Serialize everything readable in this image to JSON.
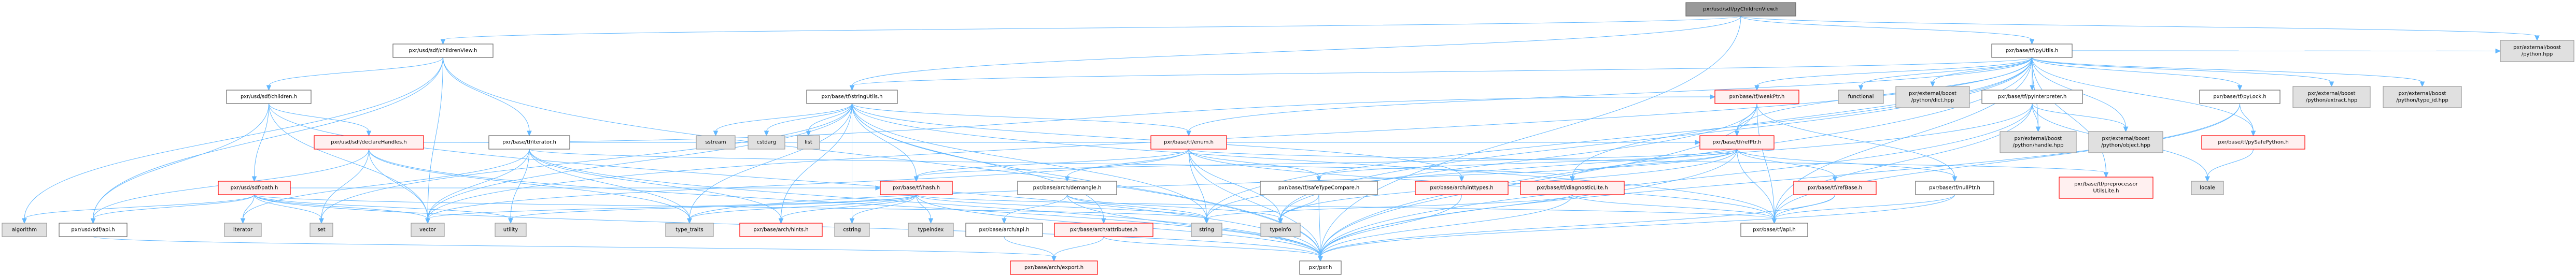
{
  "graph": {
    "title": "pxr/usd/sdf/pyChildrenView.h",
    "colors": {
      "edge": "#63b8ff",
      "root_fill": "#999999",
      "file_fill": "#ffffff",
      "red_fill": "#fff0f0",
      "red_border": "#ff0000",
      "sys_fill": "#e0e0e0"
    },
    "nodes": [
      {
        "id": "root",
        "label": "pxr/usd/sdf/pyChildrenView.h",
        "kind": "root"
      },
      {
        "id": "childrenView",
        "label": "pxr/usd/sdf/childrenView.h",
        "kind": "file"
      },
      {
        "id": "pyUtils",
        "label": "pxr/base/tf/pyUtils.h",
        "kind": "file"
      },
      {
        "id": "boostPython",
        "label": [
          "pxr/external/boost",
          "/python.hpp"
        ],
        "kind": "sys"
      },
      {
        "id": "children",
        "label": "pxr/usd/sdf/children.h",
        "kind": "file"
      },
      {
        "id": "stringUtils",
        "label": "pxr/base/tf/stringUtils.h",
        "kind": "file"
      },
      {
        "id": "weakPtr",
        "label": "pxr/base/tf/weakPtr.h",
        "kind": "red"
      },
      {
        "id": "functional",
        "label": "functional",
        "kind": "sys"
      },
      {
        "id": "dictHpp",
        "label": [
          "pxr/external/boost",
          "/python/dict.hpp"
        ],
        "kind": "sys"
      },
      {
        "id": "pyInterpreter",
        "label": "pxr/base/tf/pyInterpreter.h",
        "kind": "file"
      },
      {
        "id": "pyLock",
        "label": "pxr/base/tf/pyLock.h",
        "kind": "file"
      },
      {
        "id": "extractHpp",
        "label": [
          "pxr/external/boost",
          "/python/extract.hpp"
        ],
        "kind": "sys"
      },
      {
        "id": "typeIdHpp",
        "label": [
          "pxr/external/boost",
          "/python/type_id.hpp"
        ],
        "kind": "sys"
      },
      {
        "id": "declareHandles",
        "label": "pxr/usd/sdf/declareHandles.h",
        "kind": "red"
      },
      {
        "id": "tfIterator",
        "label": "pxr/base/tf/iterator.h",
        "kind": "file"
      },
      {
        "id": "sstream",
        "label": "sstream",
        "kind": "sys"
      },
      {
        "id": "cstdarg",
        "label": "cstdarg",
        "kind": "sys"
      },
      {
        "id": "list",
        "label": "list",
        "kind": "sys"
      },
      {
        "id": "enum",
        "label": "pxr/base/tf/enum.h",
        "kind": "red"
      },
      {
        "id": "refPtr",
        "label": "pxr/base/tf/refPtr.h",
        "kind": "red"
      },
      {
        "id": "handleHpp",
        "label": [
          "pxr/external/boost",
          "/python/handle.hpp"
        ],
        "kind": "sys"
      },
      {
        "id": "objectHpp",
        "label": [
          "pxr/external/boost",
          "/python/object.hpp"
        ],
        "kind": "sys"
      },
      {
        "id": "pySafePython",
        "label": "pxr/base/tf/pySafePython.h",
        "kind": "red"
      },
      {
        "id": "path",
        "label": "pxr/usd/sdf/path.h",
        "kind": "red"
      },
      {
        "id": "hash",
        "label": "pxr/base/tf/hash.h",
        "kind": "red"
      },
      {
        "id": "demangle",
        "label": "pxr/base/arch/demangle.h",
        "kind": "file"
      },
      {
        "id": "safeTypeCompare",
        "label": "pxr/base/tf/safeTypeCompare.h",
        "kind": "file"
      },
      {
        "id": "inttypes",
        "label": "pxr/base/arch/inttypes.h",
        "kind": "red"
      },
      {
        "id": "diagnosticLite",
        "label": "pxr/base/tf/diagnosticLite.h",
        "kind": "red"
      },
      {
        "id": "refBase",
        "label": "pxr/base/tf/refBase.h",
        "kind": "red"
      },
      {
        "id": "nullPtr",
        "label": "pxr/base/tf/nullPtr.h",
        "kind": "file"
      },
      {
        "id": "preprocessorUtilsLite",
        "label": [
          "pxr/base/tf/preprocessor",
          "UtilsLite.h"
        ],
        "kind": "red"
      },
      {
        "id": "locale",
        "label": "locale",
        "kind": "sys"
      },
      {
        "id": "algorithm",
        "label": "algorithm",
        "kind": "sys"
      },
      {
        "id": "sdfApi",
        "label": "pxr/usd/sdf/api.h",
        "kind": "file"
      },
      {
        "id": "iterator",
        "label": "iterator",
        "kind": "sys"
      },
      {
        "id": "set",
        "label": "set",
        "kind": "sys"
      },
      {
        "id": "vector",
        "label": "vector",
        "kind": "sys"
      },
      {
        "id": "utility",
        "label": "utility",
        "kind": "sys"
      },
      {
        "id": "typeTraits",
        "label": "type_traits",
        "kind": "sys"
      },
      {
        "id": "archHints",
        "label": "pxr/base/arch/hints.h",
        "kind": "red"
      },
      {
        "id": "cstring",
        "label": "cstring",
        "kind": "sys"
      },
      {
        "id": "typeindex",
        "label": "typeindex",
        "kind": "sys"
      },
      {
        "id": "archApi",
        "label": "pxr/base/arch/api.h",
        "kind": "file"
      },
      {
        "id": "attributes",
        "label": "pxr/base/arch/attributes.h",
        "kind": "red"
      },
      {
        "id": "string",
        "label": "string",
        "kind": "sys"
      },
      {
        "id": "typeinfo",
        "label": "typeinfo",
        "kind": "sys"
      },
      {
        "id": "tfApi",
        "label": "pxr/base/tf/api.h",
        "kind": "file"
      },
      {
        "id": "pxr",
        "label": "pxr/pxr.h",
        "kind": "file"
      },
      {
        "id": "export",
        "label": "pxr/base/arch/export.h",
        "kind": "red"
      }
    ],
    "edges": [
      [
        "root",
        "childrenView"
      ],
      [
        "root",
        "pyUtils"
      ],
      [
        "root",
        "boostPython"
      ],
      [
        "root",
        "pxr"
      ],
      [
        "root",
        "stringUtils"
      ],
      [
        "childrenView",
        "children"
      ],
      [
        "childrenView",
        "sdfApi"
      ],
      [
        "childrenView",
        "tfIterator"
      ],
      [
        "childrenView",
        "vector"
      ],
      [
        "childrenView",
        "algorithm"
      ],
      [
        "childrenView",
        "pxr"
      ],
      [
        "children",
        "declareHandles"
      ],
      [
        "children",
        "path"
      ],
      [
        "children",
        "sdfApi"
      ],
      [
        "children",
        "vector"
      ],
      [
        "children",
        "pxr"
      ],
      [
        "declareHandles",
        "sdfApi"
      ],
      [
        "declareHandles",
        "set"
      ],
      [
        "declareHandles",
        "vector"
      ],
      [
        "declareHandles",
        "typeTraits"
      ],
      [
        "declareHandles",
        "pxr"
      ],
      [
        "declareHandles",
        "refPtr"
      ],
      [
        "declareHandles",
        "weakPtr"
      ],
      [
        "path",
        "algorithm"
      ],
      [
        "path",
        "sdfApi"
      ],
      [
        "path",
        "iterator"
      ],
      [
        "path",
        "set"
      ],
      [
        "path",
        "string"
      ],
      [
        "path",
        "utility"
      ],
      [
        "path",
        "vector"
      ],
      [
        "path",
        "pxr"
      ],
      [
        "path",
        "hash"
      ],
      [
        "tfIterator",
        "utility"
      ],
      [
        "tfIterator",
        "typeTraits"
      ],
      [
        "tfIterator",
        "vector"
      ],
      [
        "tfIterator",
        "archHints"
      ],
      [
        "tfIterator",
        "diagnosticLite"
      ],
      [
        "tfIterator",
        "pxr"
      ],
      [
        "tfIterator",
        "iterator"
      ],
      [
        "stringUtils",
        "sstream"
      ],
      [
        "stringUtils",
        "cstdarg"
      ],
      [
        "stringUtils",
        "list"
      ],
      [
        "stringUtils",
        "typeTraits"
      ],
      [
        "stringUtils",
        "archHints"
      ],
      [
        "stringUtils",
        "cstring"
      ],
      [
        "stringUtils",
        "string"
      ],
      [
        "stringUtils",
        "set"
      ],
      [
        "stringUtils",
        "vector"
      ],
      [
        "stringUtils",
        "enum"
      ],
      [
        "stringUtils",
        "inttypes"
      ],
      [
        "stringUtils",
        "attributes"
      ],
      [
        "stringUtils",
        "tfApi"
      ],
      [
        "stringUtils",
        "pxr"
      ],
      [
        "stringUtils",
        "hash"
      ],
      [
        "enum",
        "demangle"
      ],
      [
        "enum",
        "string"
      ],
      [
        "enum",
        "typeinfo"
      ],
      [
        "enum",
        "safeTypeCompare"
      ],
      [
        "enum",
        "tfApi"
      ],
      [
        "enum",
        "pxr"
      ],
      [
        "enum",
        "hash"
      ],
      [
        "enum",
        "vector"
      ],
      [
        "enum",
        "preprocessorUtilsLite"
      ],
      [
        "enum",
        "refPtr"
      ],
      [
        "hash",
        "typeindex"
      ],
      [
        "hash",
        "cstring"
      ],
      [
        "hash",
        "string"
      ],
      [
        "hash",
        "archHints"
      ],
      [
        "hash",
        "typeTraits"
      ],
      [
        "hash",
        "utility"
      ],
      [
        "hash",
        "vector"
      ],
      [
        "hash",
        "tfApi"
      ],
      [
        "hash",
        "pxr"
      ],
      [
        "demangle",
        "archApi"
      ],
      [
        "demangle",
        "string"
      ],
      [
        "demangle",
        "typeinfo"
      ],
      [
        "demangle",
        "pxr"
      ],
      [
        "archApi",
        "export"
      ],
      [
        "attributes",
        "export"
      ],
      [
        "attributes",
        "pxr"
      ],
      [
        "safeTypeCompare",
        "typeinfo"
      ],
      [
        "safeTypeCompare",
        "pxr"
      ],
      [
        "inttypes",
        "pxr"
      ],
      [
        "diagnosticLite",
        "pxr"
      ],
      [
        "diagnosticLite",
        "tfApi"
      ],
      [
        "diagnosticLite",
        "string"
      ],
      [
        "pyUtils",
        "weakPtr"
      ],
      [
        "pyUtils",
        "functional"
      ],
      [
        "pyUtils",
        "dictHpp"
      ],
      [
        "pyUtils",
        "pyInterpreter"
      ],
      [
        "pyUtils",
        "pyLock"
      ],
      [
        "pyUtils",
        "extractHpp"
      ],
      [
        "pyUtils",
        "typeIdHpp"
      ],
      [
        "pyUtils",
        "boostPython"
      ],
      [
        "pyUtils",
        "handleHpp"
      ],
      [
        "pyUtils",
        "objectHpp"
      ],
      [
        "pyUtils",
        "refPtr"
      ],
      [
        "pyUtils",
        "pySafePython"
      ],
      [
        "pyUtils",
        "preprocessorUtilsLite"
      ],
      [
        "pyUtils",
        "diagnosticLite"
      ],
      [
        "pyUtils",
        "stringUtils"
      ],
      [
        "pyUtils",
        "tfApi"
      ],
      [
        "pyUtils",
        "pxr"
      ],
      [
        "pyUtils",
        "typeinfo"
      ],
      [
        "pyUtils",
        "vector"
      ],
      [
        "pyUtils",
        "string"
      ],
      [
        "pyUtils",
        "enum"
      ],
      [
        "weakPtr",
        "refPtr"
      ],
      [
        "weakPtr",
        "nullPtr"
      ],
      [
        "weakPtr",
        "tfApi"
      ],
      [
        "weakPtr",
        "pxr"
      ],
      [
        "weakPtr",
        "typeinfo"
      ],
      [
        "refPtr",
        "refBase"
      ],
      [
        "refPtr",
        "nullPtr"
      ],
      [
        "refPtr",
        "tfApi"
      ],
      [
        "refPtr",
        "diagnosticLite"
      ],
      [
        "refPtr",
        "typeinfo"
      ],
      [
        "refPtr",
        "typeTraits"
      ],
      [
        "refPtr",
        "pxr"
      ],
      [
        "refPtr",
        "hash"
      ],
      [
        "refPtr",
        "safeTypeCompare"
      ],
      [
        "refBase",
        "tfApi"
      ],
      [
        "refBase",
        "pxr"
      ],
      [
        "nullPtr",
        "tfApi"
      ],
      [
        "nullPtr",
        "pxr"
      ],
      [
        "pyInterpreter",
        "handleHpp"
      ],
      [
        "pyInterpreter",
        "objectHpp"
      ],
      [
        "pyInterpreter",
        "locale"
      ],
      [
        "pyInterpreter",
        "string"
      ],
      [
        "pyInterpreter",
        "tfApi"
      ],
      [
        "pyInterpreter",
        "pxr"
      ],
      [
        "pyLock",
        "pySafePython"
      ],
      [
        "pyLock",
        "tfApi"
      ],
      [
        "pyLock",
        "pxr"
      ],
      [
        "pySafePython",
        "locale"
      ],
      [
        "sdfApi",
        "export"
      ]
    ]
  }
}
